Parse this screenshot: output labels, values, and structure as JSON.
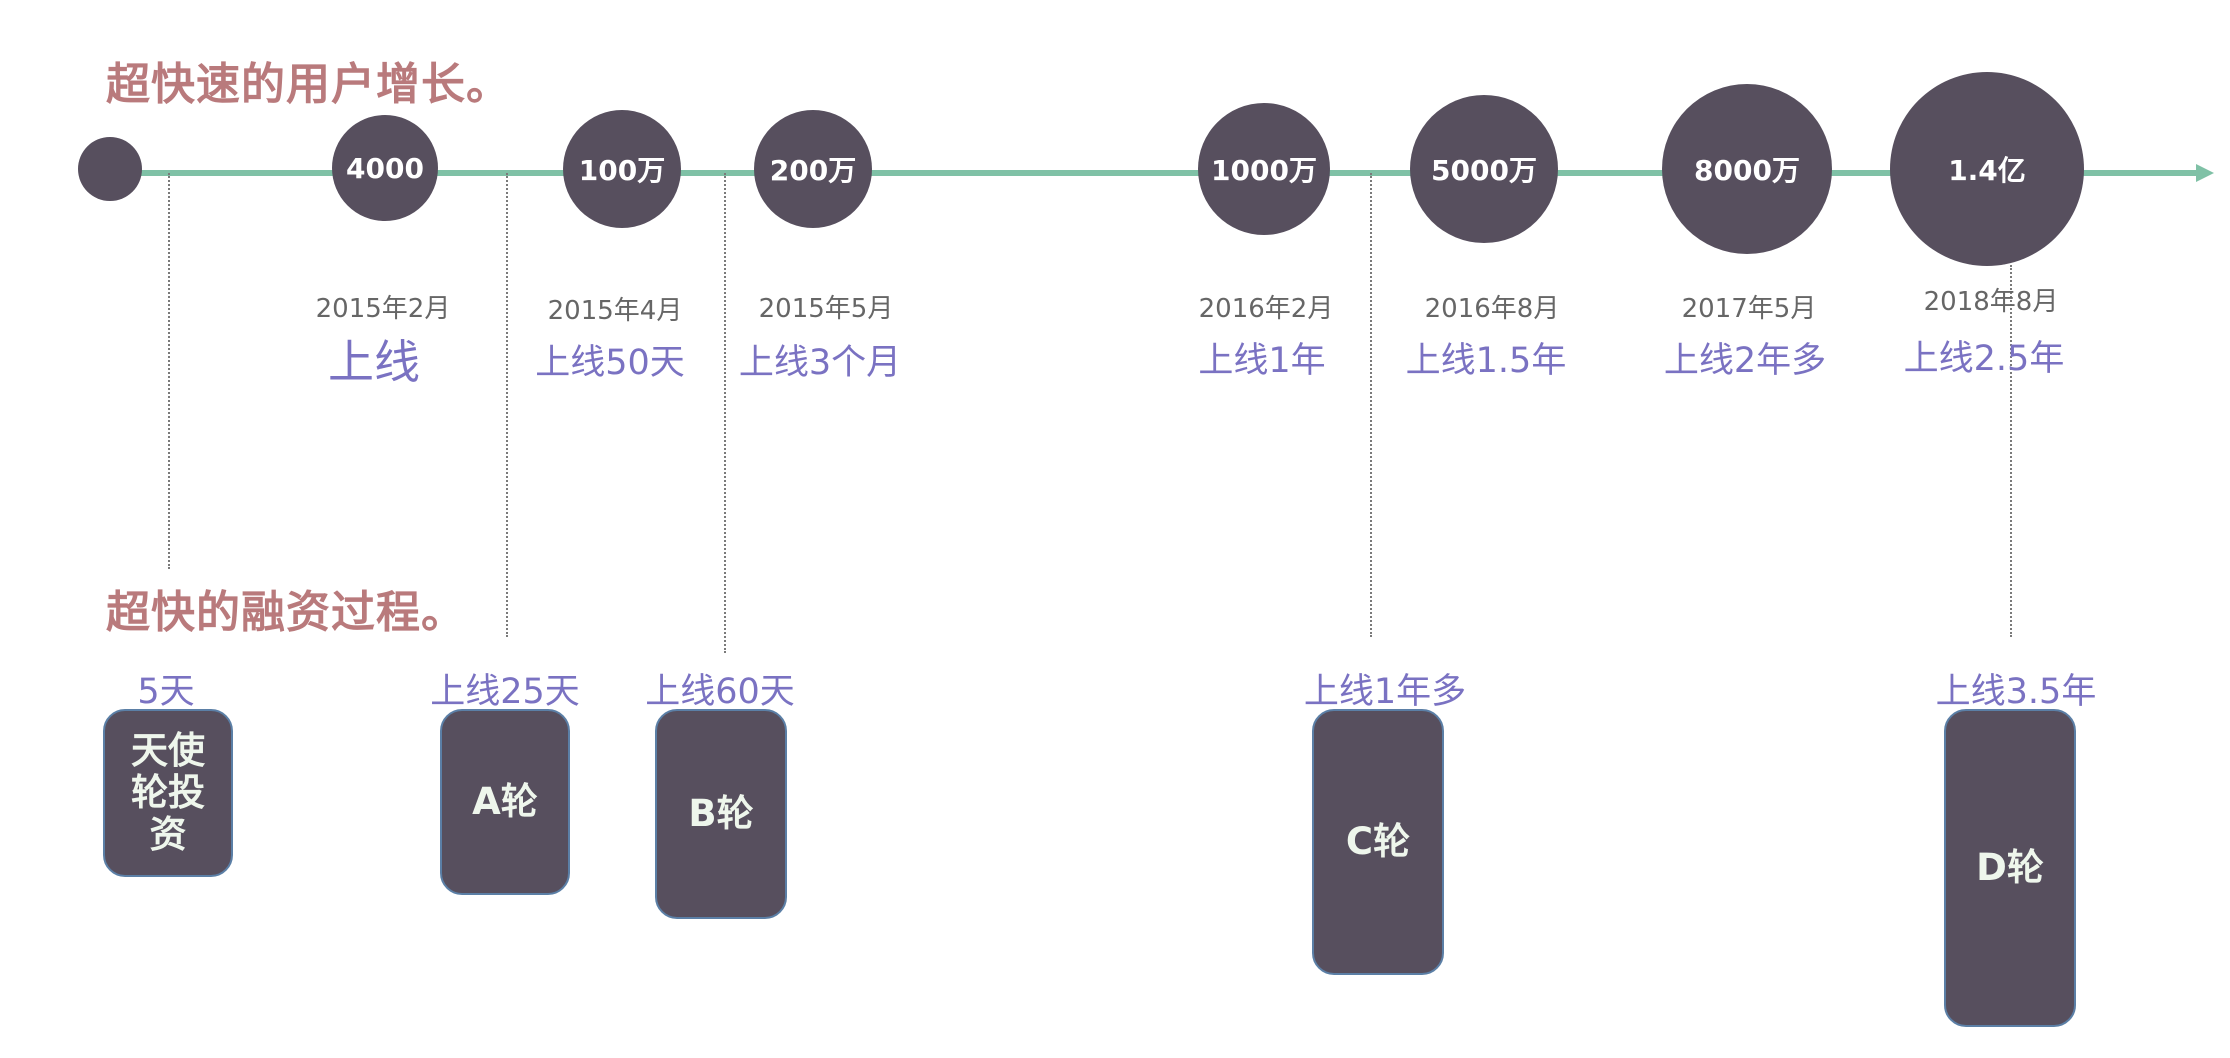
{
  "colors": {
    "title": "#b97a7c",
    "axis": "#7fc1a6",
    "node": "#574f5e",
    "date": "#666666",
    "accent": "#7a72c2"
  },
  "user_growth": {
    "title": "超快速的用户增长。",
    "milestones": [
      {
        "count": "",
        "date": "",
        "since_launch": ""
      },
      {
        "count": "4000",
        "date": "2015年2月",
        "since_launch": "上线"
      },
      {
        "count": "100万",
        "date": "2015年4月",
        "since_launch": "上线50天"
      },
      {
        "count": "200万",
        "date": "2015年5月",
        "since_launch": "上线3个月"
      },
      {
        "count": "1000万",
        "date": "2016年2月",
        "since_launch": "上线1年"
      },
      {
        "count": "5000万",
        "date": "2016年8月",
        "since_launch": "上线1.5年"
      },
      {
        "count": "8000万",
        "date": "2017年5月",
        "since_launch": "上线2年多"
      },
      {
        "count": "1.4亿",
        "date": "2018年8月",
        "since_launch": "上线2.5年"
      }
    ]
  },
  "financing": {
    "title": "超快的融资过程。",
    "rounds": [
      {
        "name": "天使轮投资",
        "timing": "5天"
      },
      {
        "name": "A轮",
        "timing": "上线25天"
      },
      {
        "name": "B轮",
        "timing": "上线60天"
      },
      {
        "name": "C轮",
        "timing": "上线1年多"
      },
      {
        "name": "D轮",
        "timing": "上线3.5年"
      }
    ]
  }
}
